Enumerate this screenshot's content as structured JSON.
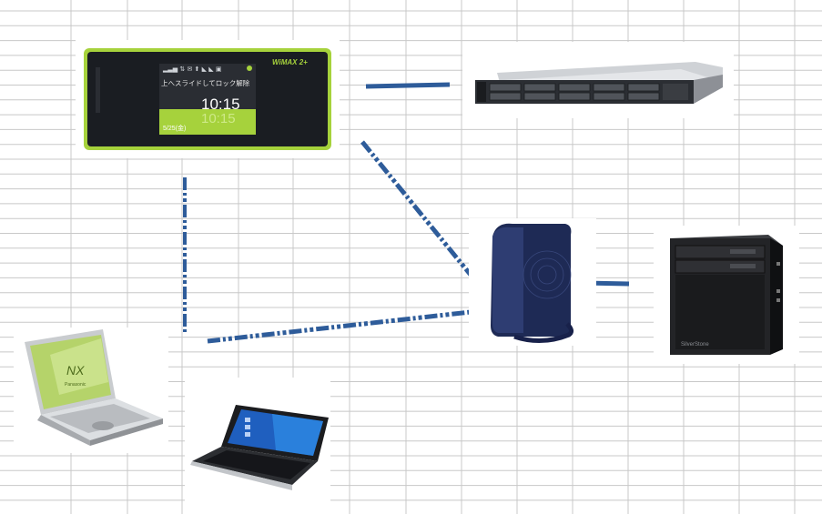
{
  "colors": {
    "grid_line": "#c8c8c8",
    "link_line": "#2e5c9a",
    "wimax_body": "#1a1d22",
    "wimax_accent": "#a6d23c",
    "router_body": "#1e2a55"
  },
  "wimax": {
    "brand": "WiMAX 2+",
    "status_icons": "▂▃▅ ⇅ ✉ ⬆ ◣ ◣ ▣",
    "unlock_hint": "上へスライドしてロック解除",
    "time": "10:15",
    "time_reflection": "10:15",
    "date": "5/25(金)"
  },
  "desktop": {
    "badge": "SilverStone"
  },
  "laptop": {
    "logo": "NX",
    "brand": "Panasonic"
  },
  "icons": {
    "wimax": "wimax-router-icon",
    "server": "rack-server-icon",
    "router": "wifi-router-icon",
    "desktop": "desktop-tower-icon",
    "laptop": "laptop-icon",
    "netbook": "mini-laptop-icon"
  }
}
